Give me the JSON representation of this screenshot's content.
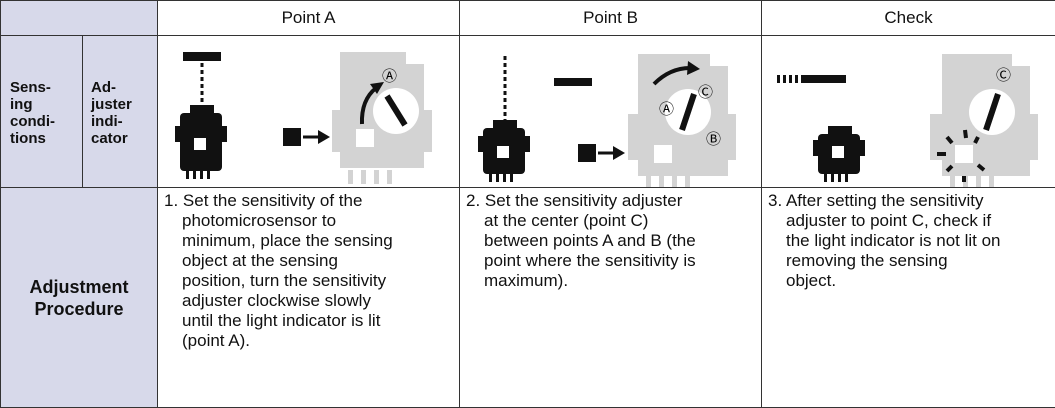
{
  "header": {
    "col_point_a": "Point A",
    "col_point_b": "Point B",
    "col_check": "Check"
  },
  "row_sensing": {
    "label_a_lines": [
      "Sens-",
      "ing",
      "condi-",
      "tions"
    ],
    "label_b_lines": [
      "Ad-",
      "juster",
      "indi-",
      "cator"
    ]
  },
  "diagram_marks": {
    "point_a": "Ⓐ",
    "point_b": "Ⓑ",
    "point_c": "Ⓒ"
  },
  "row_procedure": {
    "label_lines": [
      "Adjustment",
      "Procedure"
    ],
    "step1_lines": [
      "1. Set the sensitivity of the",
      "photomicrosensor to",
      "minimum, place the sensing",
      "object at the sensing",
      "position, turn the sensitivity",
      "adjuster clockwise slowly",
      "until the light indicator is lit",
      "(point A)."
    ],
    "step2_lines": [
      "2. Set the sensitivity adjuster",
      "at the center (point C)",
      "between points A and B (the",
      "point where the sensitivity is",
      "maximum)."
    ],
    "step3_lines": [
      "3. After setting the sensitivity",
      "adjuster to point C, check if",
      "the light indicator is not lit on",
      "removing the sensing",
      "object."
    ]
  },
  "colors": {
    "label_bg": "#d7d9ea",
    "sensor_body": "#d3d3d3",
    "sensor_dark": "#111111"
  }
}
